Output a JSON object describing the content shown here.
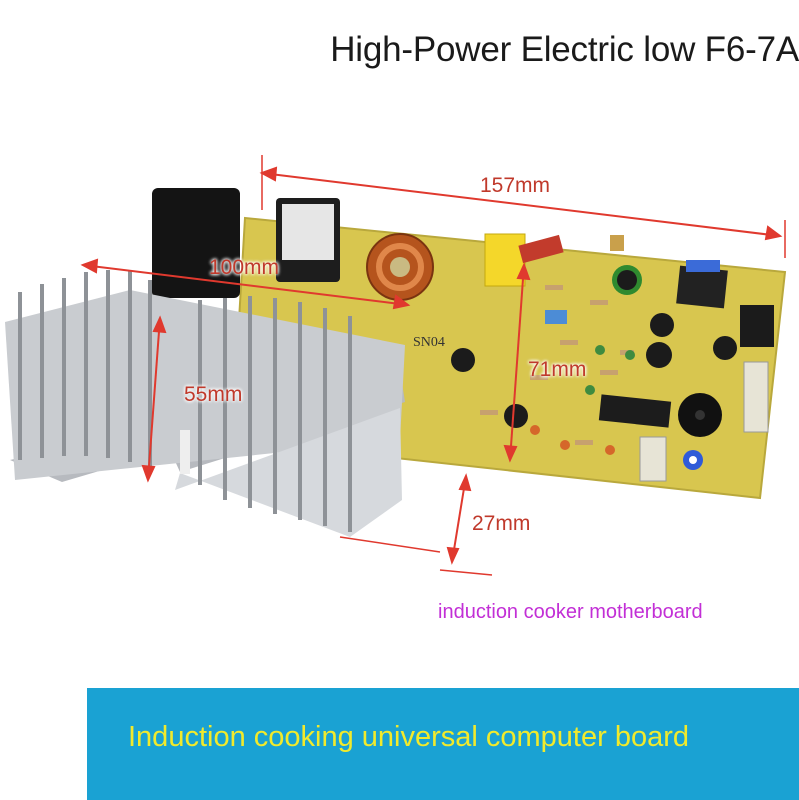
{
  "header": {
    "title": "High-Power Electric low F6-7A"
  },
  "dimensions": {
    "length": "157mm",
    "heatsink_length": "100mm",
    "heatsink_height": "55mm",
    "board_width": "71mm",
    "depth": "27mm"
  },
  "caption": "induction cooker motherboard",
  "banner": {
    "text": "Induction cooking universal computer board"
  },
  "colors": {
    "title": "#1a1a1a",
    "dimension_text": "#c0392b",
    "caption": "#c22fd6",
    "banner_background": "#1aa2d3",
    "banner_text": "#f1ea2c",
    "pcb": "#d8c64f",
    "heatsink": "#c9ccd0"
  }
}
